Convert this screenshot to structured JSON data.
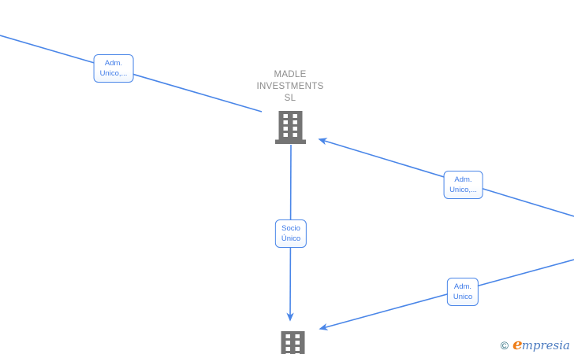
{
  "graph": {
    "colors": {
      "edge_blue": "#4a86e8",
      "label_text_blue": "#3d7ae8",
      "company_name_gray": "#8c8c8c",
      "building_gray": "#747474",
      "logo_copyright_teal": "#2e6f80",
      "logo_e_orange": "#ee7d18",
      "logo_script_blue": "#4d7cc0"
    },
    "nodes": {
      "company": {
        "name": "MADLE INVESTMENTS SL",
        "line1": "MADLE",
        "line2": "INVESTMENTS",
        "line3": "SL"
      },
      "subsidiary": {
        "name": ""
      }
    },
    "edges": {
      "adm_top_left": {
        "line1": "Adm.",
        "line2": "Unico,..."
      },
      "adm_right": {
        "line1": "Adm.",
        "line2": "Unico,..."
      },
      "socio_unico": {
        "line1": "Socio",
        "line2": "Único"
      },
      "adm_bottom": {
        "line1": "Adm.",
        "line2": "Unico"
      }
    }
  },
  "footer": {
    "copyright_symbol": "©",
    "brand_initial": "e",
    "brand_rest": "mpresia"
  }
}
